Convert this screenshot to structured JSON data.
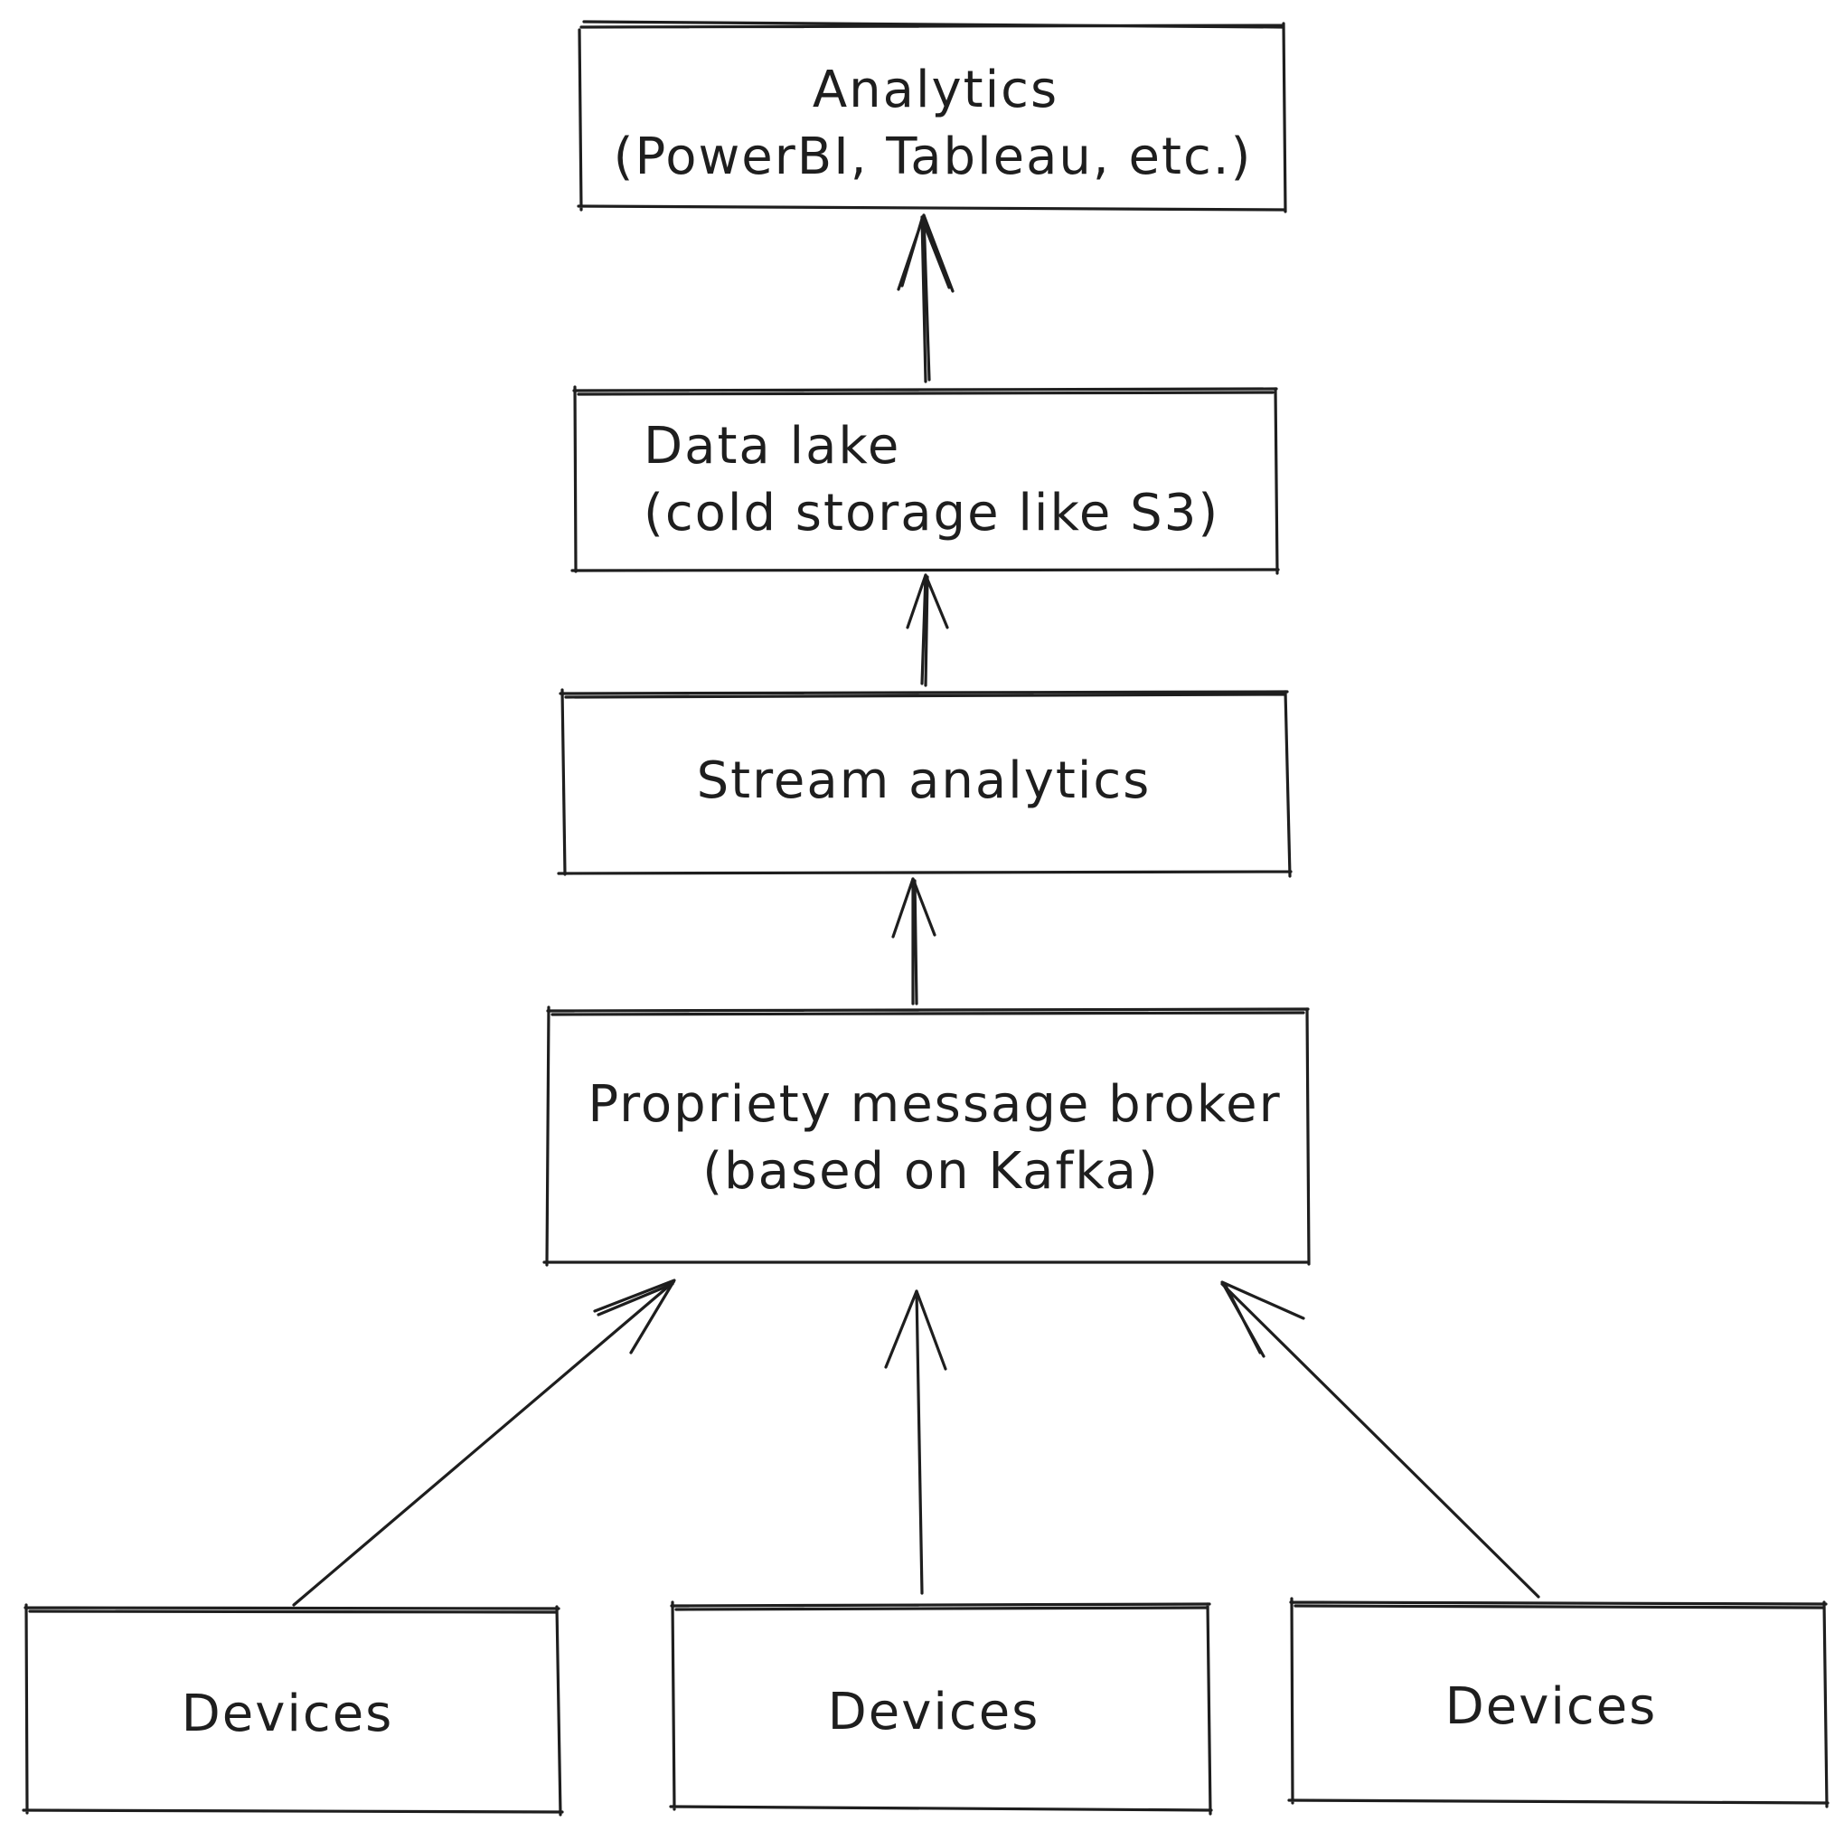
{
  "nodes": {
    "analytics": {
      "line1": "Analytics",
      "line2": "(PowerBI, Tableau, etc.)"
    },
    "data_lake": {
      "line1": "Data lake",
      "line2": "(cold storage like S3)"
    },
    "stream_analytics": {
      "line1": "Stream analytics"
    },
    "message_broker": {
      "line1": "Propriety message broker",
      "line2": "(based on Kafka)"
    },
    "device_left": {
      "label": "Devices"
    },
    "device_center": {
      "label": "Devices"
    },
    "device_right": {
      "label": "Devices"
    }
  },
  "colors": {
    "stroke": "#1e1e1e",
    "background": "#ffffff"
  }
}
